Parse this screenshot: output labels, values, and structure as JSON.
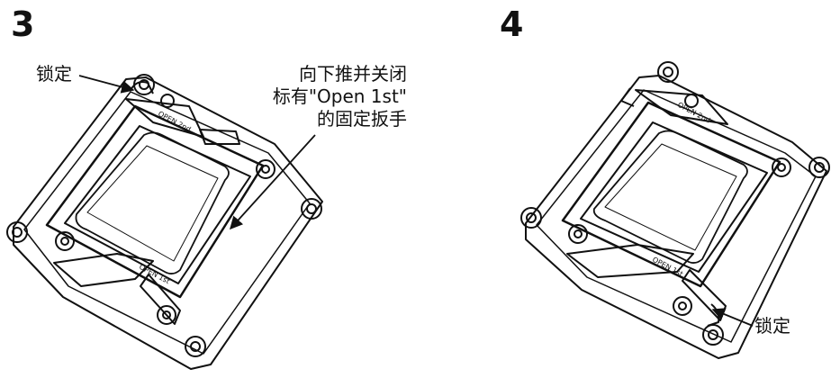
{
  "steps": [
    {
      "number": "3",
      "callouts": {
        "lock": "锁定",
        "push_line1": "向下推并关闭",
        "push_line2": "标有\"Open 1st\"",
        "push_line3": "的固定扳手"
      },
      "frame_text": {
        "top": "OPEN 2nd",
        "bottom": "OPEN 1st"
      }
    },
    {
      "number": "4",
      "callouts": {
        "lock": "锁定"
      },
      "frame_text": {
        "top": "OPEN 2nd",
        "bottom": "OPEN 1st"
      }
    }
  ]
}
